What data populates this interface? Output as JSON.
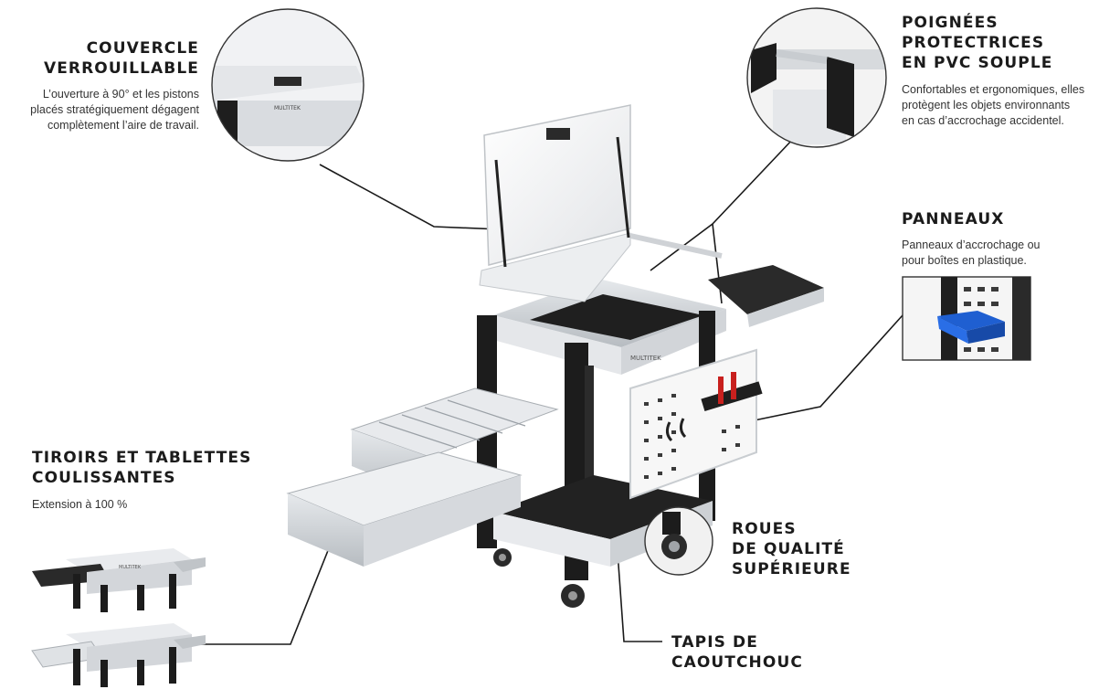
{
  "features": {
    "lid": {
      "title_lines": [
        "COUVERCLE",
        "VERROUILLABLE"
      ],
      "desc_lines": [
        "L’ouverture à 90° et les pistons",
        "placés stratégiquement dégagent",
        "complètement l’aire de travail."
      ]
    },
    "handles": {
      "title_lines": [
        "POIGNÉES",
        "PROTECTRICES",
        "EN PVC SOUPLE"
      ],
      "desc_lines": [
        "Confortables et ergonomiques, elles",
        "protègent les objets environnants",
        "en cas d’accrochage accidentel."
      ]
    },
    "panels": {
      "title_lines": [
        "PANNEAUX"
      ],
      "desc_lines": [
        "Panneaux d’accrochage ou",
        "pour boîtes en plastique."
      ]
    },
    "drawers": {
      "title_lines": [
        "TIROIRS ET TABLETTES",
        "COULISSANTES"
      ],
      "desc_lines": [
        "Extension à 100 %"
      ]
    },
    "wheels": {
      "title_lines": [
        "ROUES",
        "DE QUALITÉ",
        "SUPÉRIEURE"
      ]
    },
    "mat": {
      "title_lines": [
        "TAPIS DE",
        "CAOUTCHOUC"
      ]
    }
  },
  "logos": {
    "brand_mark": "MULTITEK"
  },
  "colors": {
    "frame": "#1c1c1c",
    "panel_white": "#f4f4f4",
    "aluminum": "#c9cdd1",
    "mat_black": "#222222",
    "bin_blue": "#1f5fd1",
    "handle_red": "#c8201e",
    "callout_line": "#1a1a1a"
  }
}
